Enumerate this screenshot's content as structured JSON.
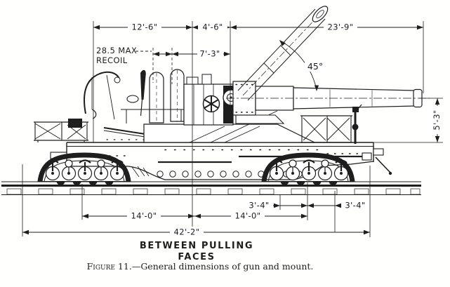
{
  "figure": {
    "dims": {
      "top_left": "12'-6\"",
      "top_mid": "4'-6\"",
      "top_right": "23'-9\"",
      "recoil_line1": "28.5 MAX",
      "recoil_line2": "RECOIL",
      "breech_to_trunnion": "7'-3\"",
      "elevation_angle": "45°",
      "bore_height": "5'-3\"",
      "left_truck": "14'-0\"",
      "right_truck": "14'-0\"",
      "axle_spacing_left": "3'-4\"",
      "axle_spacing_right": "3'-4\"",
      "overall_length": "42'-2\""
    },
    "caption": {
      "line1": "BETWEEN PULLING",
      "line2": "FACES"
    },
    "figure_caption": {
      "label": "Figure 11.",
      "text": "—General dimensions of gun and mount."
    }
  },
  "colors": {
    "ink": "#1e1e1e",
    "paper": "#ffffff"
  }
}
